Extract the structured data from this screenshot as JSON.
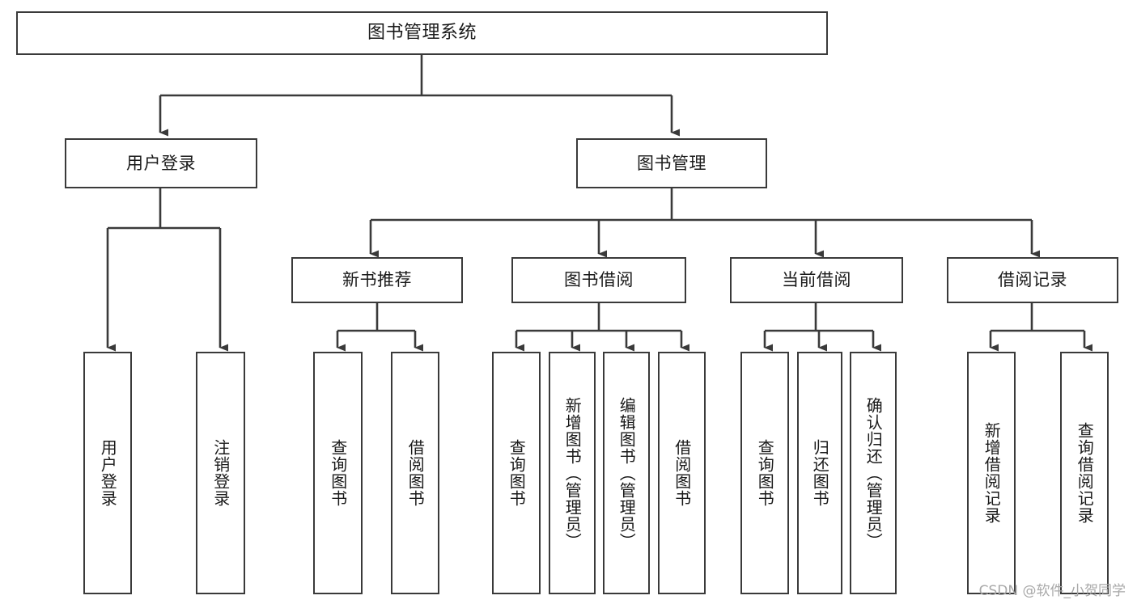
{
  "diagram": {
    "title": "图书管理系统",
    "watermark": "CSDN @软件_小贺同学",
    "edge_color": "#3a3a3a",
    "box_border_color": "#3a3a3a",
    "text_color": "#1a1a1a",
    "background": "#ffffff",
    "nodes": {
      "root": {
        "label": "图书管理系统"
      },
      "user_login": {
        "label": "用户登录"
      },
      "book_manage": {
        "label": "图书管理"
      },
      "new_book_rec": {
        "label": "新书推荐"
      },
      "book_borrow": {
        "label": "图书借阅"
      },
      "current_borrow": {
        "label": "当前借阅"
      },
      "borrow_record": {
        "label": "借阅记录"
      },
      "leaf_user_login": {
        "label": "用户登录"
      },
      "leaf_logout": {
        "label": "注销登录"
      },
      "leaf_query_book_1": {
        "label": "查询图书"
      },
      "leaf_borrow_book_1": {
        "label": "借阅图书"
      },
      "leaf_query_book_2": {
        "label": "查询图书"
      },
      "leaf_add_book_admin": {
        "label": "新增图书（管理员）"
      },
      "leaf_edit_book_admin": {
        "label": "编辑图书（管理员）"
      },
      "leaf_borrow_book_2": {
        "label": "借阅图书"
      },
      "leaf_query_book_3": {
        "label": "查询图书"
      },
      "leaf_return_book": {
        "label": "归还图书"
      },
      "leaf_confirm_return_admin": {
        "label": "确认归还（管理员）"
      },
      "leaf_add_record": {
        "label": "新增借阅记录"
      },
      "leaf_query_record": {
        "label": "查询借阅记录"
      }
    },
    "hierarchy": {
      "图书管理系统": [
        "用户登录",
        "图书管理"
      ],
      "用户登录": [
        "用户登录",
        "注销登录"
      ],
      "图书管理": [
        "新书推荐",
        "图书借阅",
        "当前借阅",
        "借阅记录"
      ],
      "新书推荐": [
        "查询图书",
        "借阅图书"
      ],
      "图书借阅": [
        "查询图书",
        "新增图书（管理员）",
        "编辑图书（管理员）",
        "借阅图书"
      ],
      "当前借阅": [
        "查询图书",
        "归还图书",
        "确认归还（管理员）"
      ],
      "借阅记录": [
        "新增借阅记录",
        "查询借阅记录"
      ]
    }
  }
}
